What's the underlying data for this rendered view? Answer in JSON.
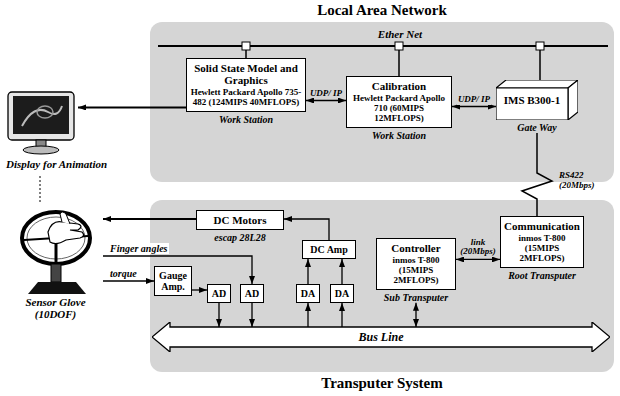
{
  "diagram": {
    "nodes": [
      {
        "text": [
          "Local Area Network"
        ]
      },
      {
        "text": [
          "Solid State Model and Graphics",
          "Hewlett Packard Apollo 735-482 (124MIPS 40MFLOPS)",
          "Work Station"
        ],
        "in": 0
      },
      {
        "text": [
          "Calibration",
          "Hewlett Packard Apollo 710 (60MIPS 12MFLOPS)",
          "Work Station"
        ],
        "in": 0
      },
      {
        "text": [
          "IMS B300-1",
          "Gate Way"
        ],
        "in": 0
      },
      {
        "text": [
          "Display for Animation"
        ]
      },
      {
        "text": [
          "Transputer System"
        ]
      },
      {
        "text": [
          "DC Motors",
          "escap 28L28"
        ],
        "in": 5
      },
      {
        "text": [
          "DC Amp"
        ],
        "in": 5
      },
      {
        "text": [
          "Controller",
          "inmos T-800 (15MIPS 2MFLOPS)",
          "Sub Transputer"
        ],
        "in": 5
      },
      {
        "text": [
          "Communication",
          "inmos T-800 (15MIPS 2MFLOPS)",
          "Root Transputer"
        ],
        "in": 5
      },
      {
        "text": [
          "Sensor Glove (10DOF)"
        ]
      },
      {
        "text": [
          "Gauge Amp."
        ],
        "in": 5
      },
      {
        "text": [
          "AD"
        ],
        "in": 5
      },
      {
        "text": [
          "AD"
        ],
        "in": 5
      },
      {
        "text": [
          "DA"
        ],
        "in": 5
      },
      {
        "text": [
          "DA"
        ],
        "in": 5
      },
      {
        "text": [
          "Bus Line"
        ],
        "in": 5
      }
    ],
    "edges": [
      {
        "from": 1,
        "to": 2,
        "arrow": "both",
        "label": "UDP/ IP"
      },
      {
        "from": 2,
        "to": 3,
        "arrow": "both",
        "label": "UDP/ IP"
      },
      {
        "from": 1,
        "to": 4,
        "arrow": "to"
      },
      {
        "from": 3,
        "to": 9,
        "arrow": "none",
        "label": "RS422 (20Mbps)"
      },
      {
        "from": 7,
        "to": 6,
        "arrow": "to"
      },
      {
        "from": 6,
        "to": 10,
        "arrow": "to"
      },
      {
        "from": 8,
        "to": 9,
        "arrow": "both",
        "label": "link (20Mbps)"
      },
      {
        "from": 10,
        "to": 11,
        "arrow": "to",
        "label": "torque"
      },
      {
        "from": 10,
        "to": 13,
        "arrow": "to",
        "label": "Finger angles"
      },
      {
        "from": 11,
        "to": 12,
        "arrow": "to"
      },
      {
        "from": 12,
        "to": 16,
        "arrow": "to"
      },
      {
        "from": 13,
        "to": 16,
        "arrow": "to"
      },
      {
        "from": 16,
        "to": 14,
        "arrow": "to"
      },
      {
        "from": 16,
        "to": 15,
        "arrow": "to"
      },
      {
        "from": 14,
        "to": 7,
        "arrow": "to"
      },
      {
        "from": 15,
        "to": 7,
        "arrow": "to"
      },
      {
        "from": 8,
        "to": 16,
        "arrow": "both"
      }
    ],
    "labels": [
      "Ether Net"
    ]
  }
}
